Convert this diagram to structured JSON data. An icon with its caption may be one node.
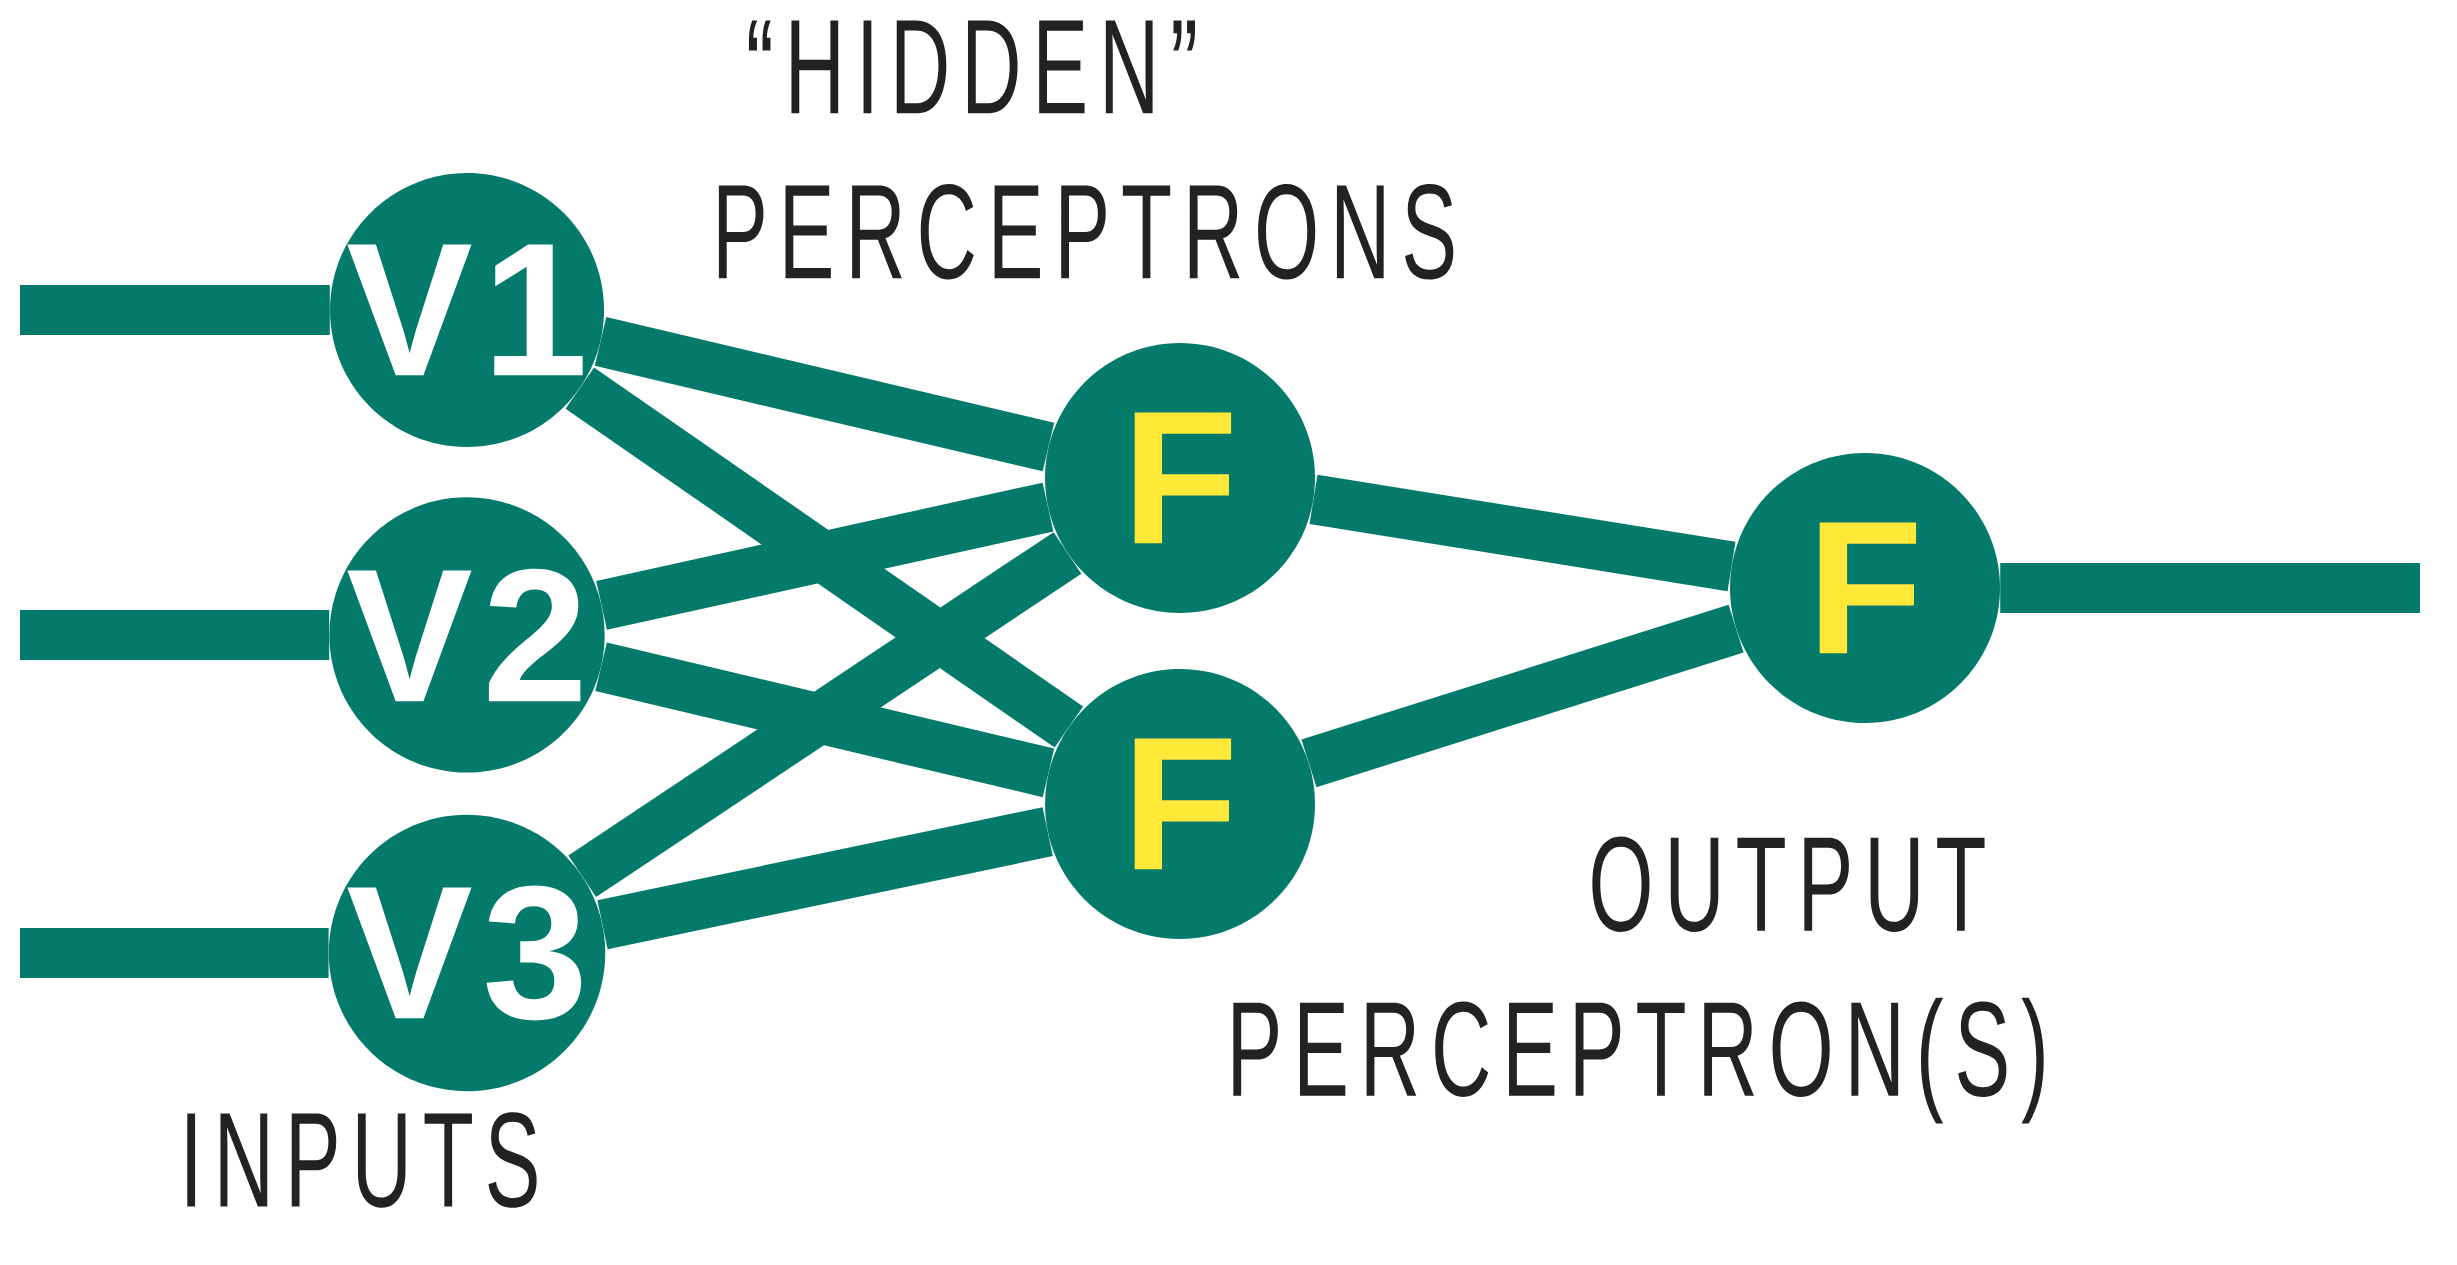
{
  "diagram": {
    "nodes": [
      {
        "text": [
          "V1"
        ]
      },
      {
        "text": [
          "V2"
        ]
      },
      {
        "text": [
          "V3"
        ]
      },
      {
        "text": [
          "F"
        ]
      },
      {
        "text": [
          "F"
        ]
      },
      {
        "text": [
          "F"
        ]
      }
    ],
    "edges": [
      {
        "from": null,
        "to": 0,
        "arrow": "none"
      },
      {
        "from": null,
        "to": 1,
        "arrow": "none"
      },
      {
        "from": null,
        "to": 2,
        "arrow": "none"
      },
      {
        "from": 0,
        "to": 3,
        "arrow": "none"
      },
      {
        "from": 0,
        "to": 4,
        "arrow": "none"
      },
      {
        "from": 1,
        "to": 3,
        "arrow": "none"
      },
      {
        "from": 1,
        "to": 4,
        "arrow": "none"
      },
      {
        "from": 2,
        "to": 3,
        "arrow": "none"
      },
      {
        "from": 2,
        "to": 4,
        "arrow": "none"
      },
      {
        "from": 3,
        "to": 5,
        "arrow": "none"
      },
      {
        "from": 4,
        "to": 5,
        "arrow": "none"
      },
      {
        "from": 5,
        "to": null,
        "arrow": "none"
      }
    ],
    "labels": [
      "“HIDDEN” PERCEPTRONS",
      "INPUTS",
      "OUTPUT PERCEPTRON(S)"
    ]
  }
}
